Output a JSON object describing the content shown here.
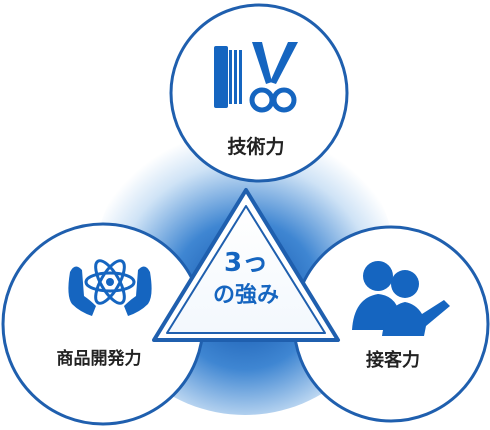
{
  "center": {
    "line1": "3っ",
    "line2": "の強み"
  },
  "strengths": [
    {
      "label": "技術力",
      "icon": "comb-scissors-icon"
    },
    {
      "label": "商品開発力",
      "icon": "hands-atom-icon"
    },
    {
      "label": "接客力",
      "icon": "customer-service-people-icon"
    }
  ],
  "colors": {
    "accent": "#1565c0",
    "light": "#e3f0fb",
    "ring": "#1f5fae",
    "text": "#222222"
  }
}
